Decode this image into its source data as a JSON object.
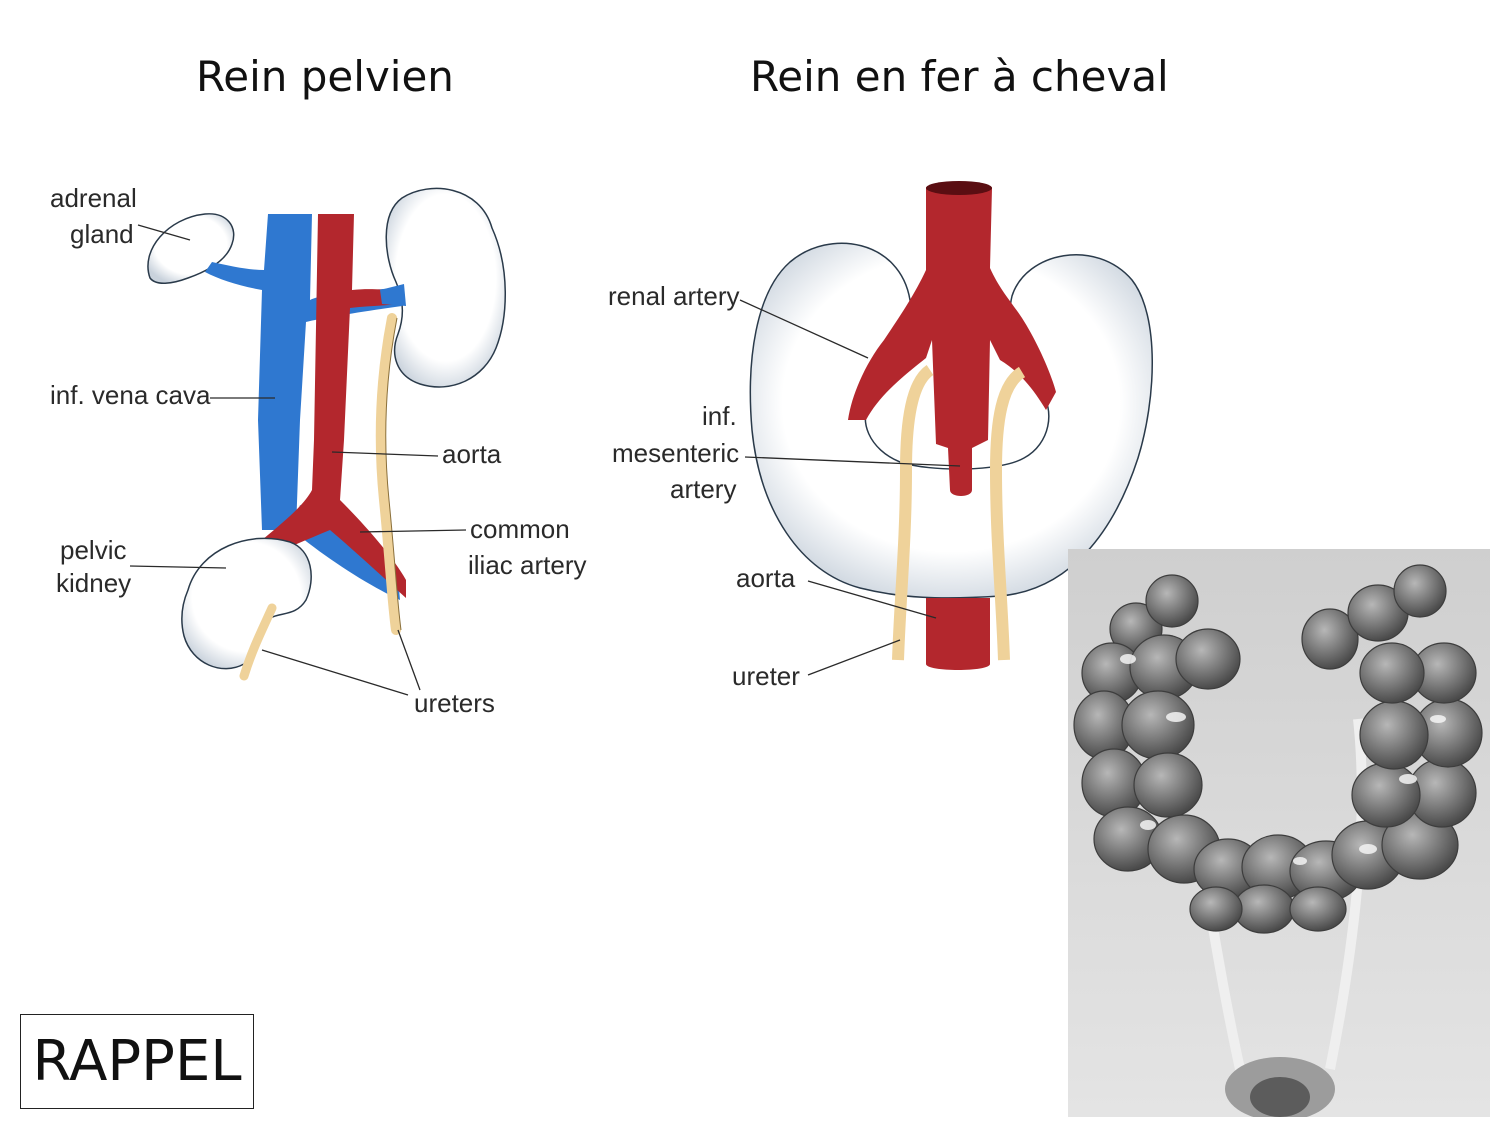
{
  "titles": {
    "left": "Rein pelvien",
    "right": "Rein en fer à cheval"
  },
  "pelvic_diagram": {
    "labels": {
      "adrenal_line1": "adrenal",
      "adrenal_line2": "gland",
      "vena_cava": "inf. vena cava",
      "aorta": "aorta",
      "common_line1": "common",
      "common_line2": "iliac artery",
      "pelvic_line1": "pelvic",
      "pelvic_line2": "kidney",
      "ureters": "ureters"
    }
  },
  "horseshoe_diagram": {
    "labels": {
      "renal_artery": "renal artery",
      "inf_line1": "inf.",
      "inf_line2": "mesenteric",
      "inf_line3": "artery",
      "aorta": "aorta",
      "ureter": "ureter"
    }
  },
  "badge": {
    "text": "RAPPEL"
  },
  "colors": {
    "vein": "#2f78d0",
    "artery": "#b3272d",
    "ureter": "#efd29a",
    "kidney_fill": "#ffffff"
  }
}
